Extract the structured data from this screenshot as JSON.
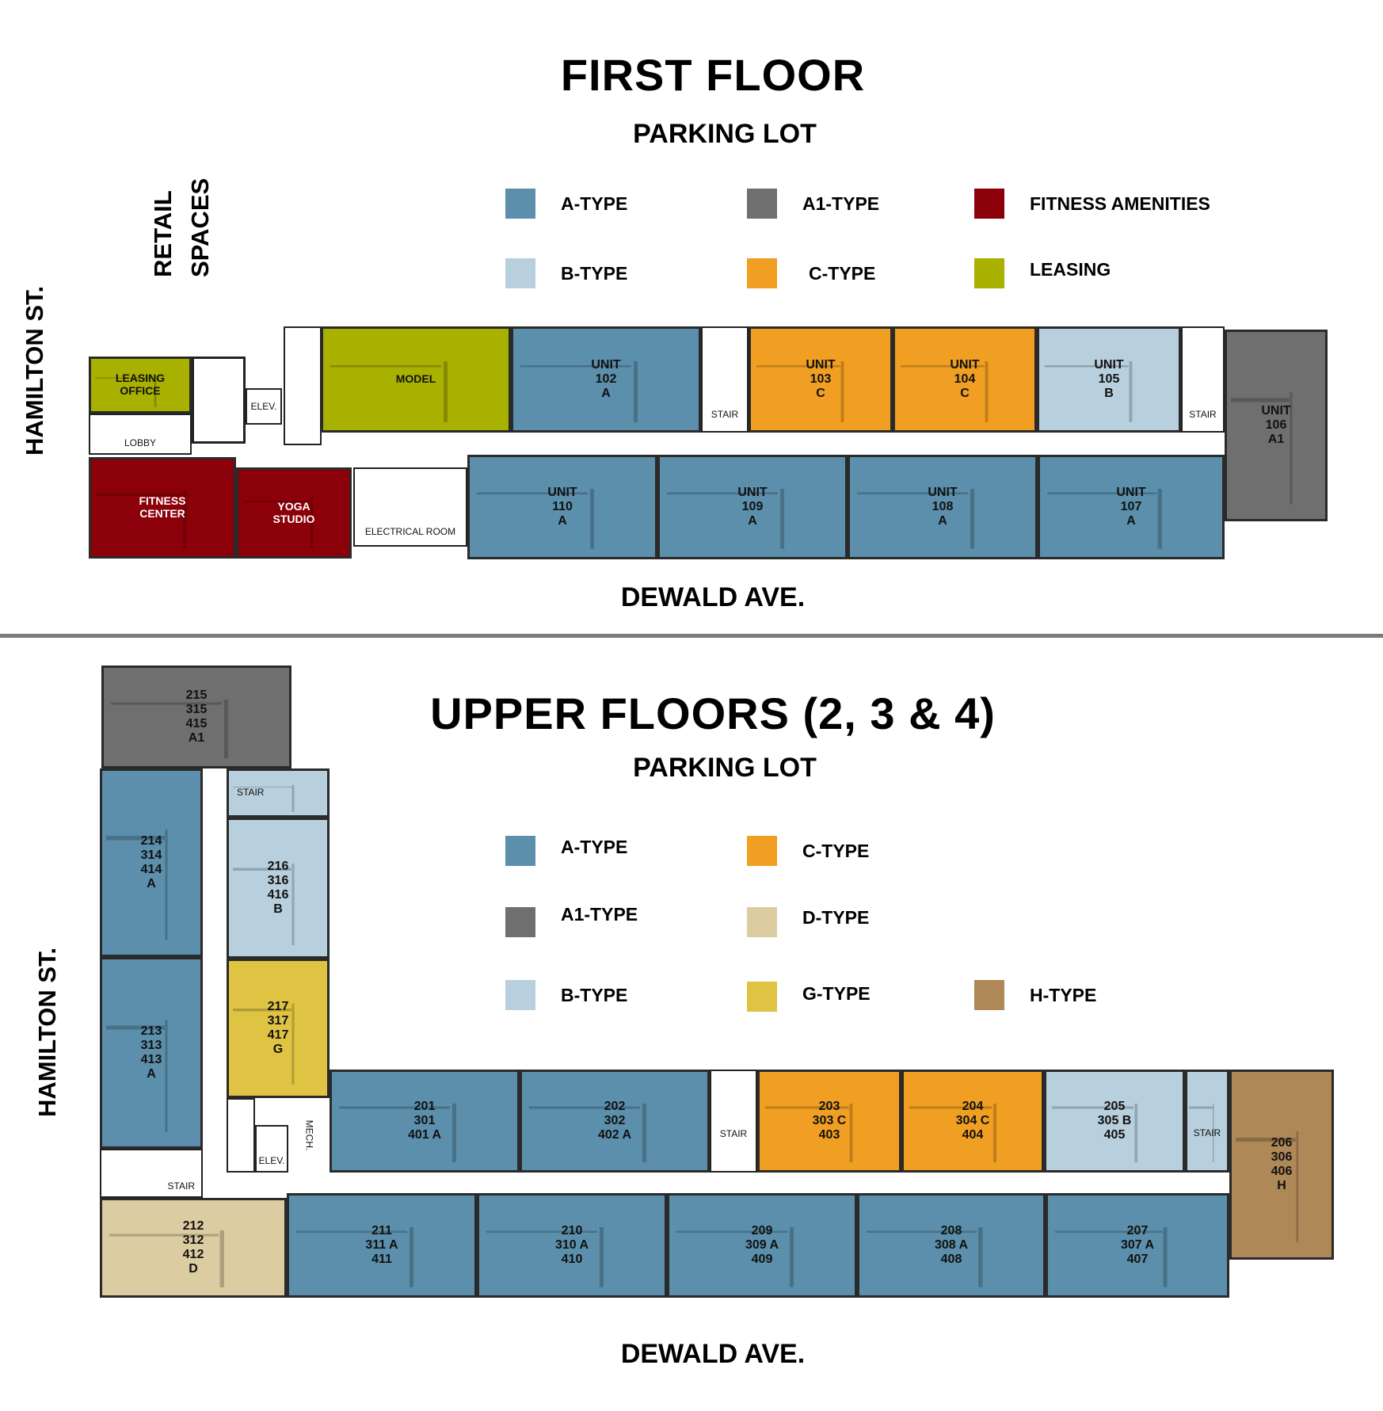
{
  "first_floor": {
    "title": "FIRST FLOOR",
    "top_label": "PARKING LOT",
    "bottom_label": "DEWALD AVE.",
    "left_street": "HAMILTON ST.",
    "retail_label_line1": "RETAIL",
    "retail_label_line2": "SPACES",
    "legend": [
      {
        "label": "A-TYPE",
        "color": "#5b8fab"
      },
      {
        "label": "A1-TYPE",
        "color": "#6f6f6f"
      },
      {
        "label": "FITNESS AMENITIES",
        "color": "#8b0009"
      },
      {
        "label": "B-TYPE",
        "color": "#b8d0dd"
      },
      {
        "label": "C-TYPE",
        "color": "#f19f22"
      },
      {
        "label": "LEASING",
        "color": "#a8b000"
      }
    ],
    "rooms": {
      "leasing_office": "LEASING\nOFFICE",
      "lobby": "LOBBY",
      "elev": "ELEV.",
      "model": "MODEL",
      "fitness_center": "FITNESS\nCENTER",
      "yoga_studio": "YOGA\nSTUDIO",
      "electrical_room": "ELECTRICAL ROOM",
      "stair_1": "STAIR",
      "stair_2": "STAIR",
      "unit_102": "UNIT\n102\nA",
      "unit_103": "UNIT\n103\nC",
      "unit_104": "UNIT\n104\nC",
      "unit_105": "UNIT\n105\nB",
      "unit_106": "UNIT\n106\nA1",
      "unit_110": "UNIT\n110\nA",
      "unit_109": "UNIT\n109\nA",
      "unit_108": "UNIT\n108\nA",
      "unit_107": "UNIT\n107\nA"
    }
  },
  "upper_floors": {
    "title": "UPPER FLOORS (2, 3 & 4)",
    "top_label": "PARKING LOT",
    "bottom_label": "DEWALD AVE.",
    "left_street": "HAMILTON ST.",
    "legend": [
      {
        "label": "A-TYPE",
        "color": "#5b8fab"
      },
      {
        "label": "C-TYPE",
        "color": "#f19f22"
      },
      {
        "label": "A1-TYPE",
        "color": "#6f6f6f"
      },
      {
        "label": "D-TYPE",
        "color": "#dccca2"
      },
      {
        "label": "B-TYPE",
        "color": "#b8d0dd"
      },
      {
        "label": "G-TYPE",
        "color": "#dfc443"
      },
      {
        "label": "H-TYPE",
        "color": "#ae8857"
      }
    ],
    "rooms": {
      "u215": "215\n315\n415\nA1",
      "u214": "214\n314\n414\nA",
      "u213": "213\n313\n413\nA",
      "u212": "212\n312\n412\nD",
      "u216": "216\n316\n416\nB",
      "u217": "217\n317\n417\nG",
      "stair_top": "STAIR",
      "stair_left": "STAIR",
      "stair_mid": "STAIR",
      "stair_right": "STAIR",
      "elev": "ELEV.",
      "mech": "MECH.",
      "u201": "201\n301\n401   A",
      "u202": "202\n302\n402   A",
      "u203": "203\n303  C\n403",
      "u204": "204\n304  C\n404",
      "u205": "205\n305  B\n405",
      "u206": "206\n306\n406\nH",
      "u211": "211\n311  A\n411",
      "u210": "210\n310 A\n410",
      "u209": "209\n309  A\n409",
      "u208": "208\n308  A\n408",
      "u207": "207\n307  A\n407"
    }
  }
}
